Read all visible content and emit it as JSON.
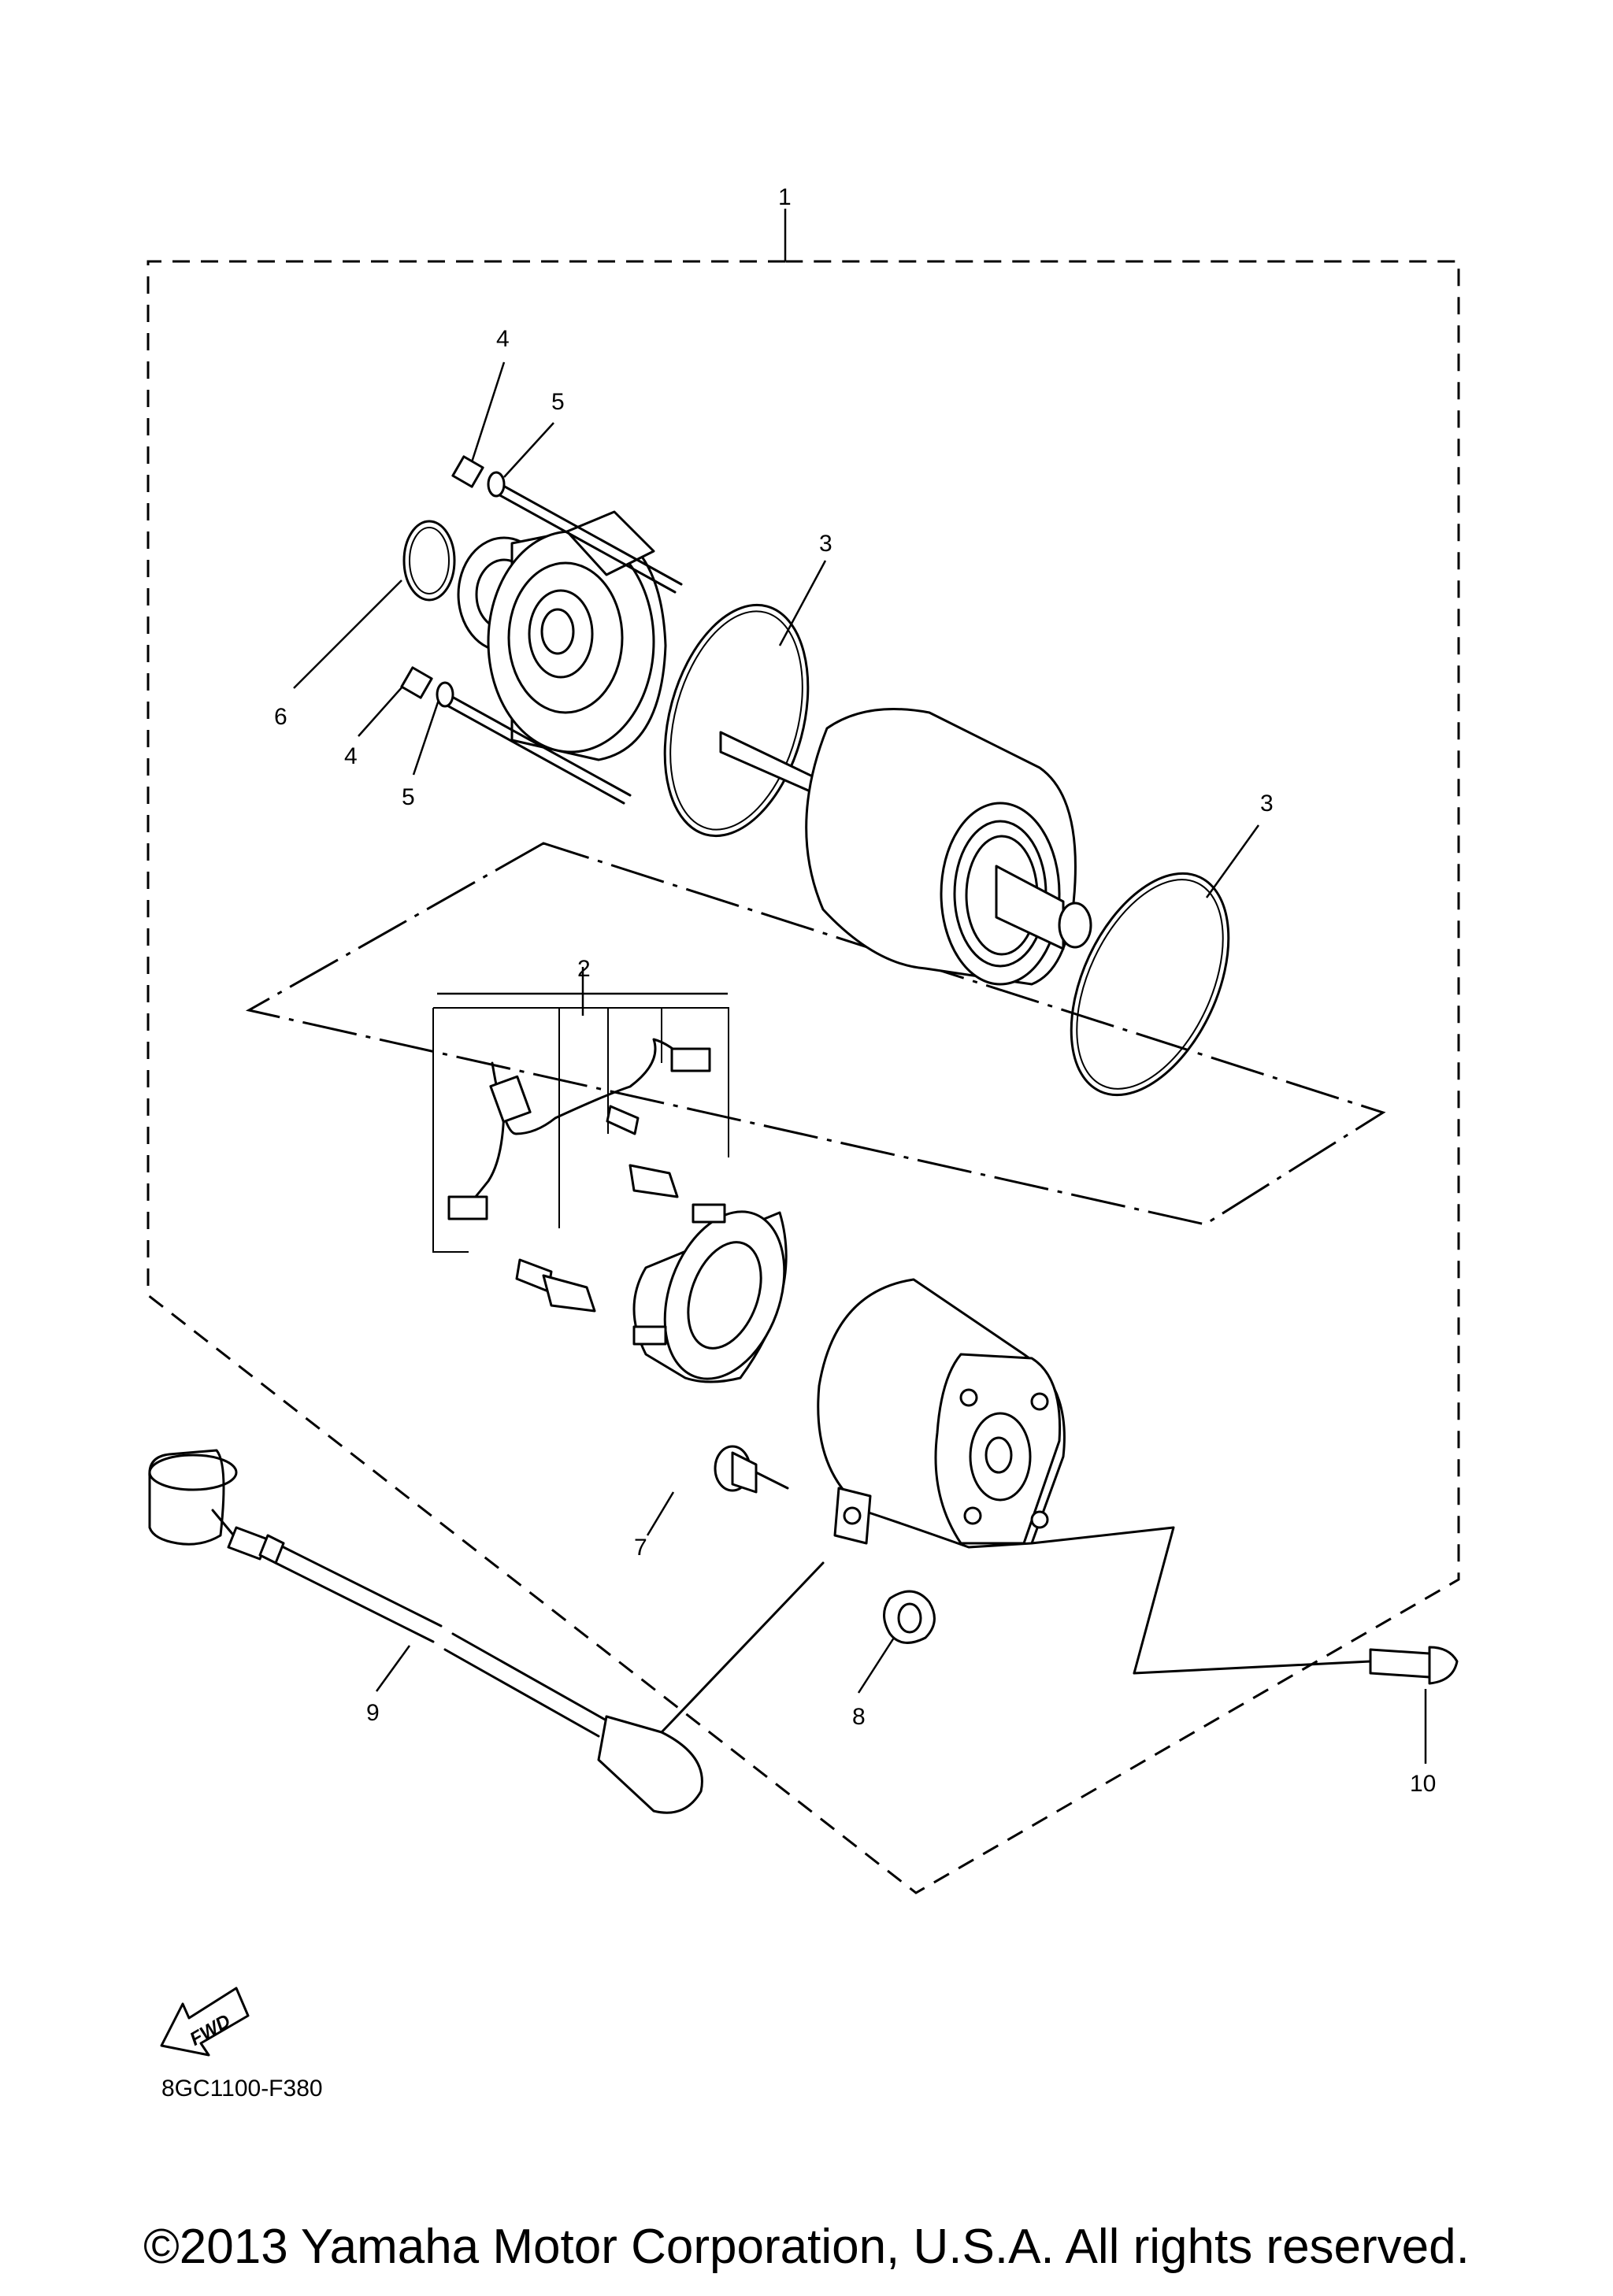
{
  "callouts": {
    "c1": "1",
    "c2": "2",
    "c3a": "3",
    "c3b": "3",
    "c4a": "4",
    "c4b": "4",
    "c5a": "5",
    "c5b": "5",
    "c6": "6",
    "c7": "7",
    "c8": "8",
    "c9": "9",
    "c10": "10"
  },
  "fwd_label": "FWD",
  "diagram_code": "8GC1100-F380",
  "copyright": "©2013 Yamaha Motor Corporation, U.S.A. All rights reserved."
}
